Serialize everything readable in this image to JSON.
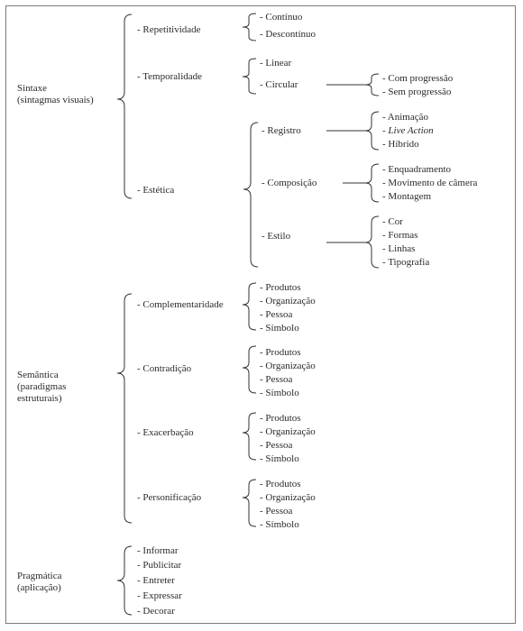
{
  "sintaxe": {
    "label_line1": "Sintaxe",
    "label_line2": "(sintagmas visuais)",
    "repetitividade": {
      "label": "- Repetitividade",
      "items": [
        "- Contínuo",
        "- Descontínuo"
      ]
    },
    "temporalidade": {
      "label": "- Temporalidade",
      "linear": "- Linear",
      "circular": "- Circular",
      "circular_items": [
        "- Com progressão",
        "- Sem progressão"
      ]
    },
    "estetica": {
      "label": "- Estética",
      "registro": {
        "label": "- Registro",
        "items": [
          "- Animação",
          "- ",
          "Live Action",
          "- Híbrido"
        ]
      },
      "composicao": {
        "label": "- Composição",
        "items": [
          "- Enquadramento",
          "- Movimento de câmera",
          "- Montagem"
        ]
      },
      "estilo": {
        "label": "- Estilo",
        "items": [
          "- Cor",
          "- Formas",
          "- Linhas",
          "- Tipografia"
        ]
      }
    }
  },
  "semantica": {
    "label_line1": "Semântica",
    "label_line2": "(paradigmas",
    "label_line3": "estruturais)",
    "complementaridade": {
      "label": "- Complementaridade",
      "items": [
        "- Produtos",
        "- Organização",
        "- Pessoa",
        "- Símbolo"
      ]
    },
    "contradicao": {
      "label": "- Contradição",
      "items": [
        "- Produtos",
        "- Organização",
        "- Pessoa",
        "- Símbolo"
      ]
    },
    "exacerbacao": {
      "label": "- Exacerbação",
      "items": [
        "- Produtos",
        "- Organização",
        "- Pessoa",
        "- Símbolo"
      ]
    },
    "personificacao": {
      "label": "- Personificação",
      "items": [
        "- Produtos",
        "- Organização",
        "- Pessoa",
        "- Símbolo"
      ]
    }
  },
  "pragmatica": {
    "label_line1": "Pragmática",
    "label_line2": "(aplicação)",
    "items": [
      "- Informar",
      "- Publicitar",
      "- Entreter",
      "- Expressar",
      "- Decorar"
    ]
  },
  "colors": {
    "line": "#333333",
    "text": "#2a2a2a",
    "border": "#7a7a7a"
  }
}
